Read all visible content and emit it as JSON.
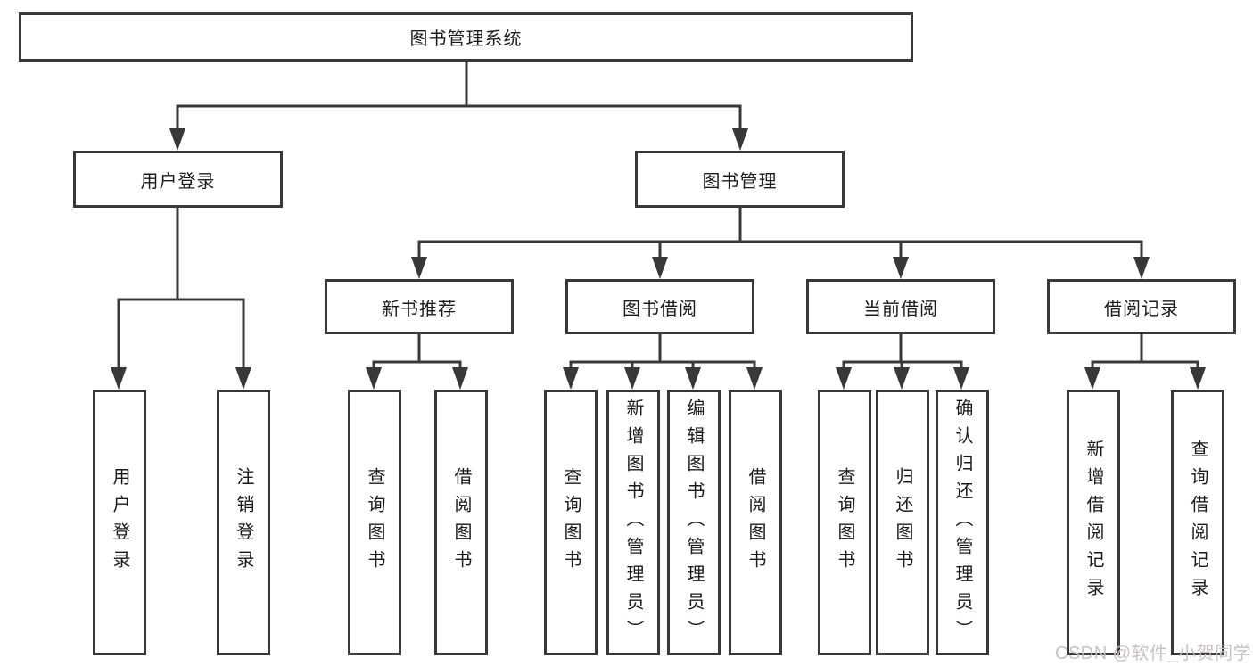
{
  "diagram": {
    "type": "hierarchy-tree",
    "background_color": "#ffffff",
    "line_color": "#383838",
    "box_border_color": "#383838",
    "text_color": "#1b1b1b",
    "watermark_color": "#c9c1c3"
  },
  "tree": {
    "label": "图书管理系统",
    "children": [
      {
        "label": "用户登录",
        "children": [
          {
            "label": "用户登录"
          },
          {
            "label": "注销登录"
          }
        ]
      },
      {
        "label": "图书管理",
        "children": [
          {
            "label": "新书推荐",
            "children": [
              {
                "label": "查询图书"
              },
              {
                "label": "借阅图书"
              }
            ]
          },
          {
            "label": "图书借阅",
            "children": [
              {
                "label": "查询图书"
              },
              {
                "label": "新增图书（管理员）"
              },
              {
                "label": "编辑图书（管理员）"
              },
              {
                "label": "借阅图书"
              }
            ]
          },
          {
            "label": "当前借阅",
            "children": [
              {
                "label": "查询图书"
              },
              {
                "label": "归还图书"
              },
              {
                "label": "确认归还（管理员）"
              }
            ]
          },
          {
            "label": "借阅记录",
            "children": [
              {
                "label": "新增借阅记录"
              },
              {
                "label": "查询借阅记录"
              }
            ]
          }
        ]
      }
    ]
  },
  "watermark": {
    "text": "CSDN @软件_小贺同学"
  }
}
